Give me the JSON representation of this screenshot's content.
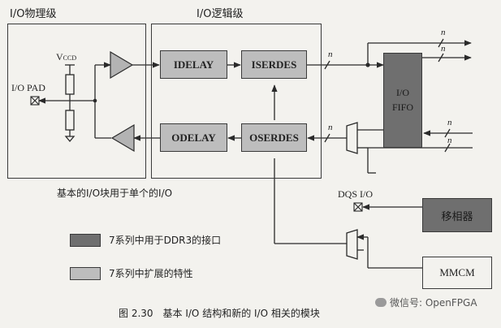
{
  "regions": {
    "physical": "I/O物理级",
    "logical": "I/O逻辑级"
  },
  "labels": {
    "vccd": "V",
    "vccd_sub": "CCD",
    "io_pad": "I/O PAD",
    "dqs_io": "DQS I/O",
    "basic_io_caption": "基本的I/O块用于单个的I/O",
    "bus_n": "n"
  },
  "blocks": {
    "idelay": "IDELAY",
    "iserdes": "ISERDES",
    "odelay": "ODELAY",
    "oserdes": "OSERDES",
    "io_fifo_line1": "I/O",
    "io_fifo_line2": "FIFO",
    "phaser": "移相器",
    "mmcm": "MMCM"
  },
  "legend": {
    "dark": "7系列中用于DDR3的接口",
    "light": "7系列中扩展的特性"
  },
  "colors": {
    "dark_fill": "#6f6f6f",
    "light_fill": "#bdbdbd",
    "line": "#2a2a2a"
  },
  "figure_caption": "图 2.30　基本 I/O 结构和新的 I/O 相关的模块",
  "watermark": "微信号: OpenFPGA"
}
